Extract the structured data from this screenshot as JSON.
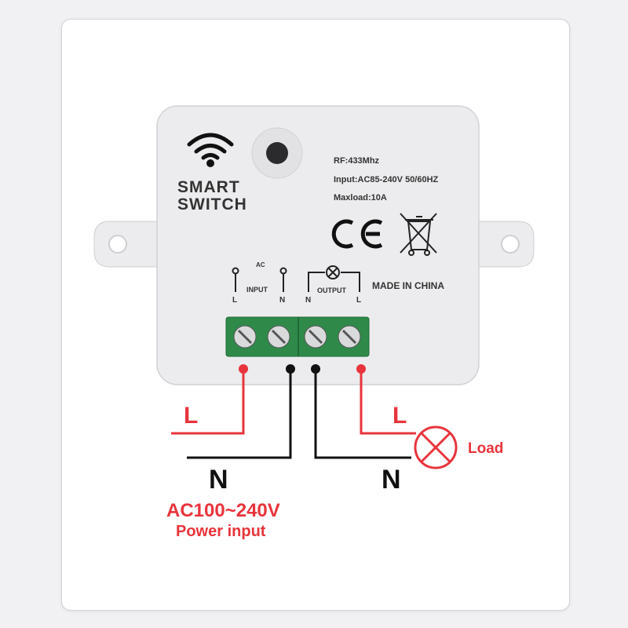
{
  "device": {
    "title_line1": "SMART",
    "title_line2": "SWITCH",
    "specs": [
      "RF:433Mhz",
      "Input:AC85-240V 50/60HZ",
      "Maxload:10A"
    ],
    "ce_mark": "CE",
    "origin": "MADE IN CHINA",
    "input_group": {
      "ac": "AC",
      "label": "INPUT",
      "l": "L",
      "n": "N"
    },
    "output_group": {
      "label": "OUTPUT",
      "n": "N",
      "l": "L"
    }
  },
  "wiring": {
    "live_in": "L",
    "neutral_in": "N",
    "live_out": "L",
    "neutral_out": "N",
    "load": "Load",
    "supply_voltage": "AC100~240V",
    "supply_caption": "Power input"
  },
  "colors": {
    "live_wire": "#e8343c",
    "neutral_wire": "#111111",
    "housing": "#ececee",
    "terminal_block": "#2f8a4a",
    "label_red": "#e8343c"
  },
  "icons": [
    "wifi-icon",
    "ce-mark",
    "weee-crossed-bin-icon",
    "lamp-icon",
    "load-lamp-icon"
  ]
}
